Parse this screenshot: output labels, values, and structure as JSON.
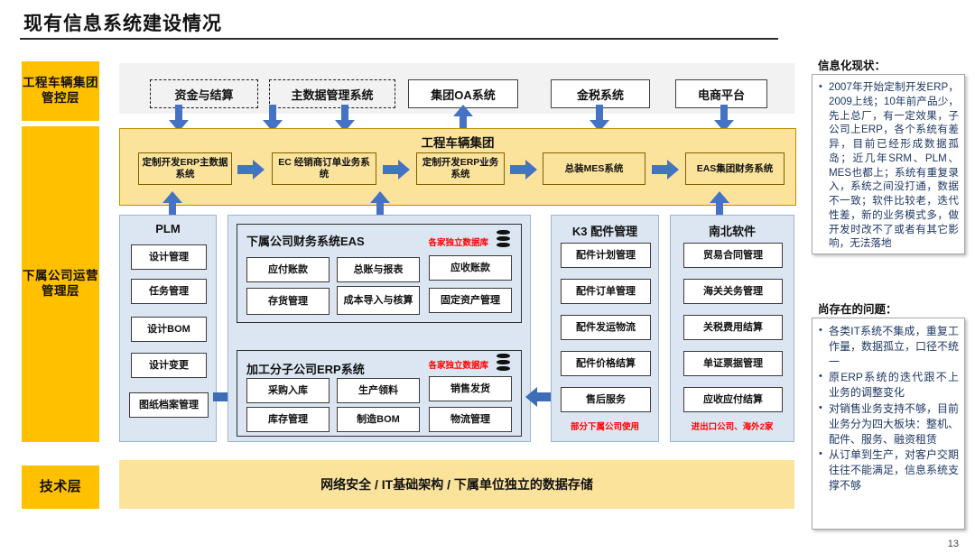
{
  "page_title": "现有信息系统建设情况",
  "page_number": "13",
  "layers": [
    {
      "id": "group-control",
      "label": "工程车辆集团管控层"
    },
    {
      "id": "subsidiary-ops",
      "label": "下属公司运营管理层"
    },
    {
      "id": "technology",
      "label": "技术层"
    }
  ],
  "top_systems": [
    {
      "label": "资金与结算",
      "style": "dashed"
    },
    {
      "label": "主数据管理系统",
      "style": "dashed"
    },
    {
      "label": "集团OA系统",
      "style": "solid"
    },
    {
      "label": "金税系统",
      "style": "solid"
    },
    {
      "label": "电商平台",
      "style": "solid"
    }
  ],
  "group_band": {
    "title": "工程车辆集团",
    "systems": [
      "定制开发ERP主数据系统",
      "EC 经销商订单业务系统",
      "定制开发ERP业务系统",
      "总装MES系统",
      "EAS集团财务系统"
    ]
  },
  "columns": {
    "plm": {
      "title": "PLM",
      "items": [
        "设计管理",
        "任务管理",
        "设计BOM",
        "设计变更",
        "图纸档案管理"
      ]
    },
    "eas_panel": {
      "title": "下属公司财务系统EAS",
      "db_note": "各家独立数据库",
      "items": [
        "应付账款",
        "总账与报表",
        "应收账款",
        "存货管理",
        "成本导入与核算",
        "固定资产管理"
      ]
    },
    "erp_panel": {
      "title": "加工分子公司ERP系统",
      "db_note": "各家独立数据库",
      "items": [
        "采购入库",
        "生产领料",
        "销售发货",
        "库存管理",
        "制造BOM",
        "物流管理"
      ]
    },
    "k3": {
      "title": "K3 配件管理",
      "items": [
        "配件计划管理",
        "配件订单管理",
        "配件发运物流",
        "配件价格结算",
        "售后服务"
      ],
      "note": "部分下属公司使用"
    },
    "nanbei": {
      "title": "南北软件",
      "items": [
        "贸易合同管理",
        "海关关务管理",
        "关税费用结算",
        "单证票据管理",
        "应收应付结算"
      ],
      "note": "进出口公司、海外2家"
    }
  },
  "tech_bar": {
    "label": "网络安全 / IT基础架构 / 下属单位独立的数据存储"
  },
  "sidebar": {
    "status": {
      "heading": "信息化现状：",
      "bullets": [
        "2007年开始定制开发ERP，2009上线；10年前产品少，先上总厂，有一定效果，子公司上ERP，各个系统有差异，目前已经形成数据孤岛；近几年SRM、PLM、MES也都上；系统有重复录入，系统之间没打通，数据不一致；软件比较老，迭代性差，新的业务模式多，做开发时改不了或者有其它影响，无法落地"
      ]
    },
    "problems": {
      "heading": "尚存在的问题：",
      "bullets": [
        "各类IT系统不集成，重复工作量，数据孤立，口径不统一",
        "原ERP系统的迭代跟不上业务的调整变化",
        "对销售业务支持不够，目前业务分为四大板块：整机、配件、服务、融资租赁",
        "从订单到生产，对客户交期往往不能满足，信息系统支撑不够"
      ]
    }
  },
  "colors": {
    "layer_amber": "#FFC000",
    "band_yellow": "#FCE39B",
    "column_blue": "#DCE6F2",
    "arrow_blue": "#4472C4",
    "note_red": "#FF0000",
    "sidebar_text": "#1F3864"
  }
}
